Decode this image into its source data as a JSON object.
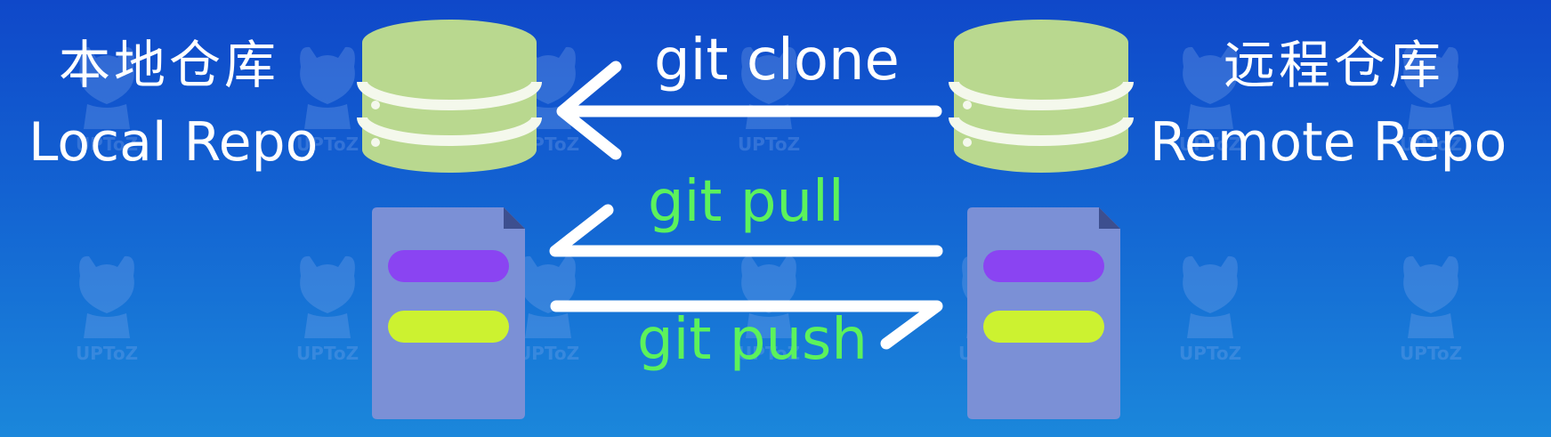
{
  "local": {
    "title_cn": "本地仓库",
    "title_en": "Local Repo"
  },
  "remote": {
    "title_cn": "远程仓库",
    "title_en": "Remote Repo"
  },
  "commands": {
    "clone": "git clone",
    "pull": "git pull",
    "push": "git push"
  },
  "watermark": {
    "text": "UPToZ"
  },
  "colors": {
    "label": "#ffffff",
    "clone_text": "#ffffff",
    "pull_text": "#5cf25c",
    "push_text": "#5cf25c",
    "arrow": "#ffffff",
    "database_body": "#b9d88f",
    "database_stripe": "#f4f8ec",
    "document_body": "#7b90d6",
    "document_fold": "#3d4f8f",
    "document_bar_top": "#8a44f2",
    "document_bar_bottom": "#ccf230"
  },
  "icons": [
    "database-icon",
    "document-icon"
  ]
}
